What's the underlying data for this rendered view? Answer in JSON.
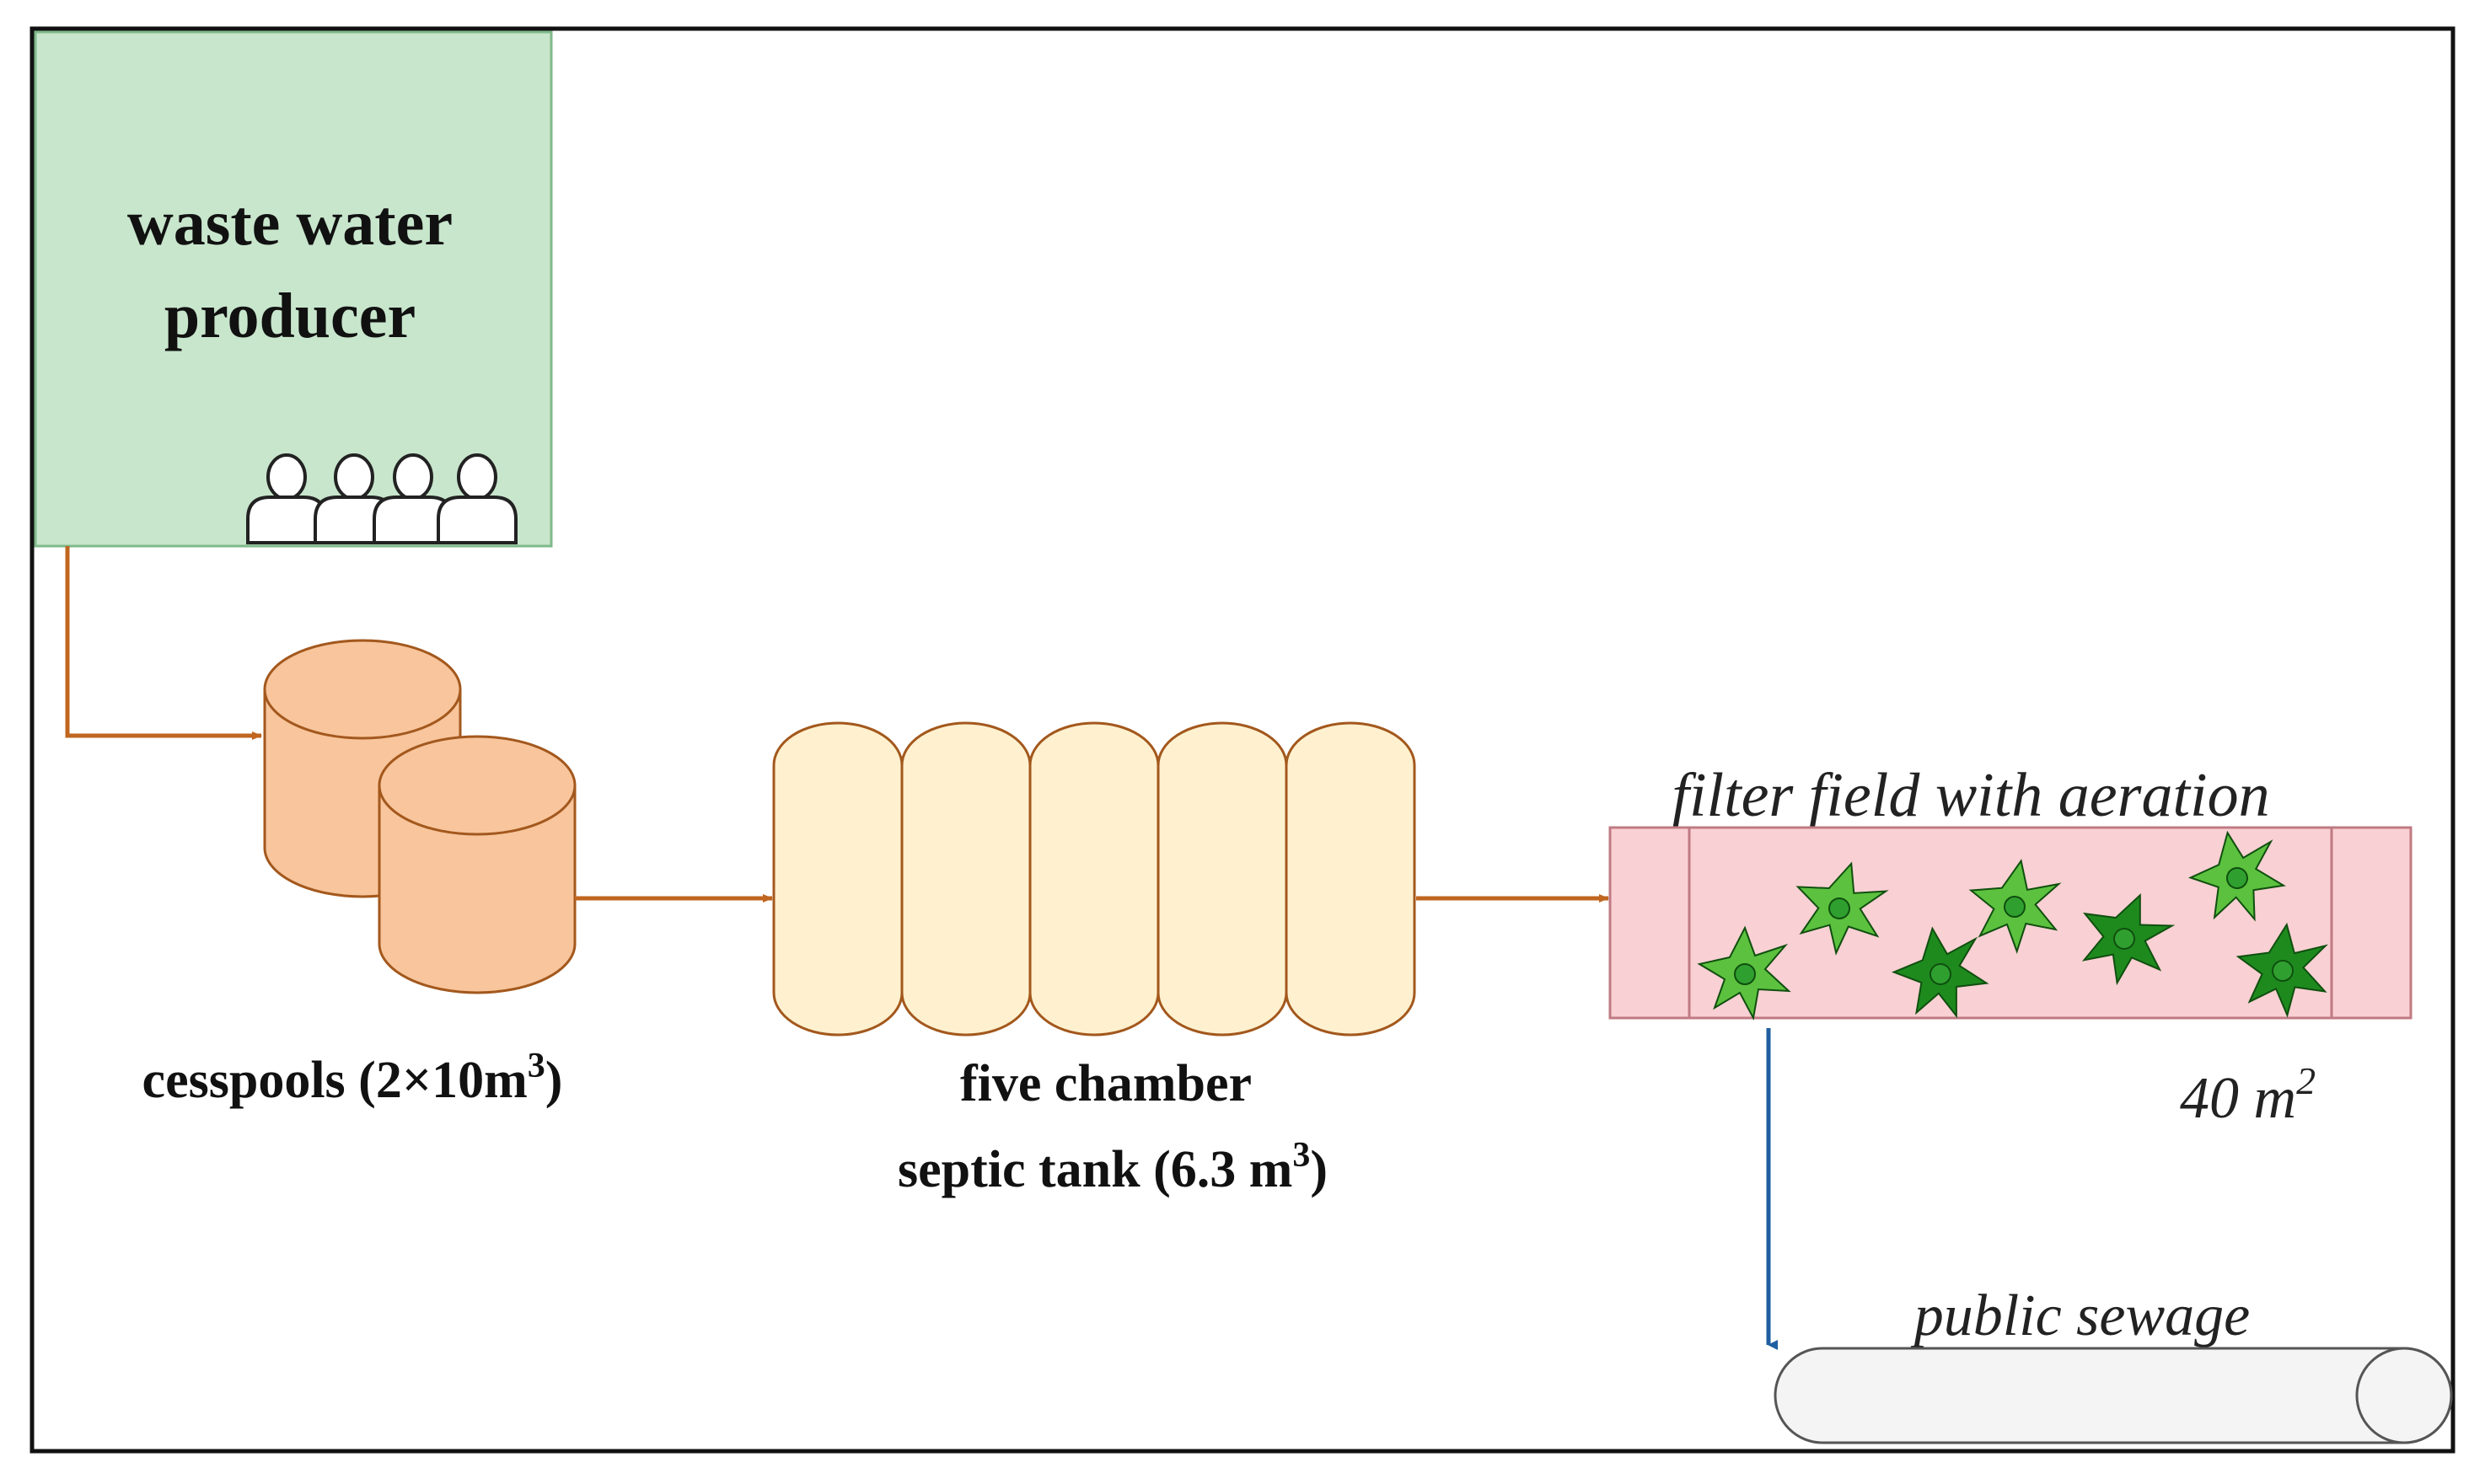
{
  "producer": {
    "title_line1": "waste water",
    "title_line2": "producer",
    "fill": "#c8e6cc",
    "stroke": "#7fb98a"
  },
  "cesspools": {
    "label_main": "cesspools (2×10m",
    "label_sup": "3",
    "label_end": ")",
    "fill": "#f8c59c",
    "stroke": "#a3581d"
  },
  "septic_tank": {
    "label_line1": "five chamber",
    "label_line2_main": "septic tank (6.3 m",
    "label_line2_sup": "3",
    "label_line2_end": ")",
    "chambers": 5,
    "fill": "#fff1cf",
    "stroke": "#a3581d"
  },
  "filter_field": {
    "title": "filter field with aeration",
    "area_main": "40 m",
    "area_sup": "2",
    "fill": "#f9d0d3",
    "stroke": "#c07a83",
    "plant_light": "#5cc13e",
    "plant_dark": "#1e8a1e"
  },
  "public_sewage": {
    "label": "public sewage",
    "fill": "#f4f4f4",
    "stroke": "#555555"
  },
  "flow_colors": {
    "main": "#c0661f",
    "outflow": "#1f5fa0"
  }
}
